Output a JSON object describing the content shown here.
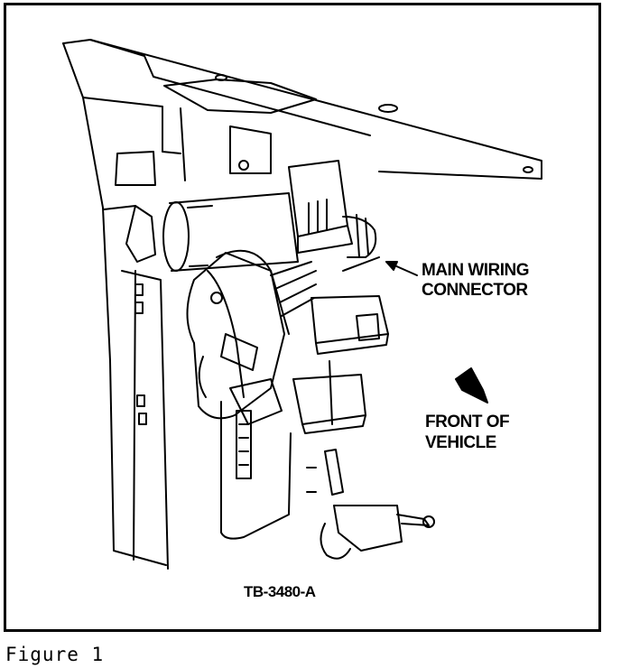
{
  "labels": {
    "main_wiring_line1": "MAIN WIRING",
    "main_wiring_line2": "CONNECTOR",
    "front_line1": "FRONT OF",
    "front_line2": "VEHICLE",
    "figure_code": "TB-3480-A"
  },
  "caption": "Figure 1",
  "colors": {
    "ink": "#000000",
    "paper": "#ffffff"
  },
  "icons": [
    "leader-arrow-icon",
    "direction-arrow-icon"
  ]
}
